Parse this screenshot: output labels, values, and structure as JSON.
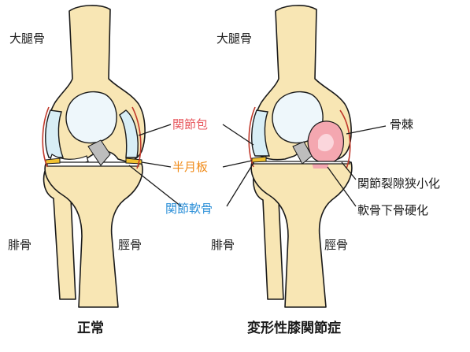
{
  "colors": {
    "bone_fill": "#f8e6b4",
    "capsule_fill": "#d8eef6",
    "capsule_label": "#e8585e",
    "meniscus_label": "#f08a17",
    "cartilage_label": "#2b8fd8",
    "osteophyte": "#f4a7b0",
    "outline": "#1a1a1a"
  },
  "normal": {
    "femur": "大腿骨",
    "fibula": "腓骨",
    "tibia": "脛骨",
    "caption": "正常"
  },
  "oa": {
    "femur": "大腿骨",
    "fibula": "腓骨",
    "tibia": "脛骨",
    "caption": "変形性膝関節症",
    "osteophyte": "骨棘",
    "joint_space": "関節裂隙狭小化",
    "sclerosis": "軟骨下骨硬化"
  },
  "center_labels": {
    "capsule": "関節包",
    "meniscus": "半月板",
    "cartilage": "関節軟骨"
  }
}
